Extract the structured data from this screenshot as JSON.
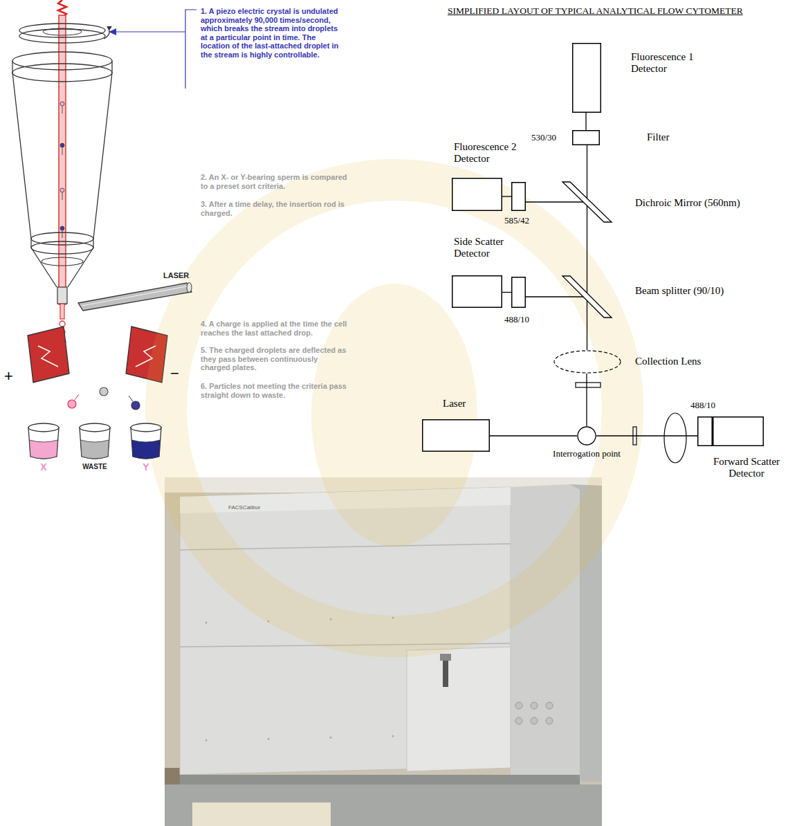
{
  "diagram": {
    "title": "SIMPLIFIED LAYOUT OF TYPICAL ANALYTICAL FLOW CYTOMETER",
    "nodes": [
      {
        "text": [
          "LASER"
        ]
      },
      {
        "text": [
          "X"
        ]
      },
      {
        "text": [
          "WASTE"
        ]
      },
      {
        "text": [
          "Y"
        ]
      },
      {
        "text": [
          "Fluorescence 1 Detector"
        ]
      },
      {
        "text": [
          "530/30",
          "Filter"
        ]
      },
      {
        "text": [
          "Fluorescence 2 Detector"
        ]
      },
      {
        "text": [
          "585/42"
        ]
      },
      {
        "text": [
          "Dichroic Mirror (560nm)"
        ]
      },
      {
        "text": [
          "Side Scatter Detector"
        ]
      },
      {
        "text": [
          "488/10"
        ]
      },
      {
        "text": [
          "Beam splitter (90/10)"
        ]
      },
      {
        "text": [
          "Collection Lens"
        ]
      },
      {
        "text": [
          "Laser"
        ]
      },
      {
        "text": [
          "Interrogation point"
        ]
      },
      {
        "text": [
          "488/10"
        ]
      },
      {
        "text": [
          "Forward Scatter Detector"
        ]
      }
    ],
    "edges": [
      {
        "from": 13,
        "to": 14,
        "arrow": "none"
      },
      {
        "from": 14,
        "to": 15,
        "arrow": "none"
      },
      {
        "from": 14,
        "to": 12,
        "arrow": "none"
      },
      {
        "from": 12,
        "to": 11,
        "arrow": "none"
      },
      {
        "from": 11,
        "to": 8,
        "arrow": "none"
      },
      {
        "from": 8,
        "to": 5,
        "arrow": "none"
      },
      {
        "from": 5,
        "to": 4,
        "arrow": "none"
      },
      {
        "from": 11,
        "to": 10,
        "arrow": "none"
      },
      {
        "from": 10,
        "to": 9,
        "arrow": "none"
      },
      {
        "from": 8,
        "to": 7,
        "arrow": "none"
      },
      {
        "from": 7,
        "to": 6,
        "arrow": "none"
      }
    ],
    "labels": [
      "1. A piezo electric crystal is undulated approximately 90,000 times/second, which breaks the stream into droplets at a particular point in time. The location of the last-attached droplet in the stream is highly controllable.",
      "2. An X- or Y-bearing sperm is compared to a preset sort criteria.",
      "3. After a time delay, the insertion rod is charged.",
      "4. A charge is applied at the time the cell reaches the last attached drop.",
      "5. The charged droplets are deflected as they pass between continuously charged plates.",
      "6. Particles not meeting the criteria pass straight down to waste.",
      "+",
      "−",
      "FACSCalibur"
    ]
  }
}
